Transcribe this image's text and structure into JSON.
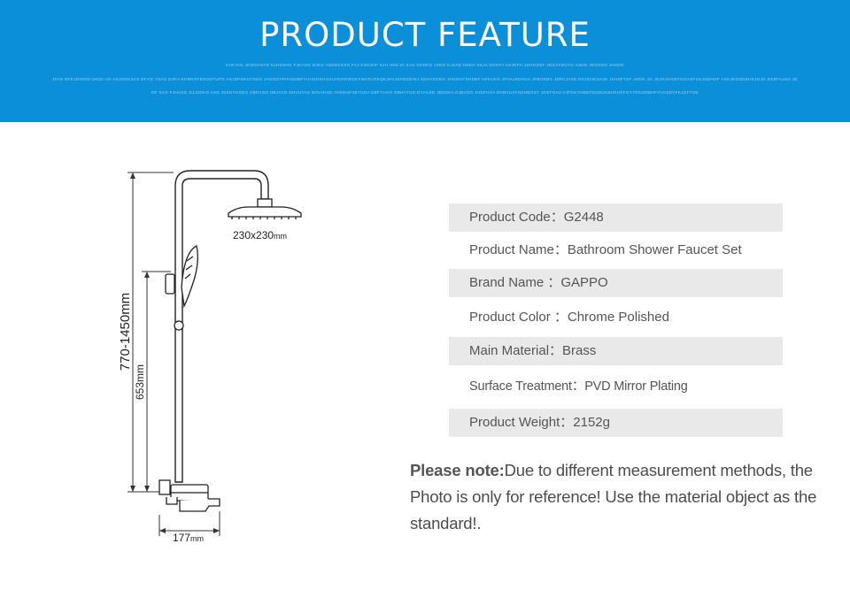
{
  "banner": {
    "title": "PRODUCT FEATURE",
    "fine_print": [
      "KHFJAG JKDGHOFD KJHSDHG FJKASG DJKG ASDDKKSG FAJ KSDJHF KJH HGKJG KAS GKDKG JSDG KJSAD HKEH SKJA DGKFA ASJDFH JDHGDSF JDGAYDUYG ASDG JDGDSG JHSDG",
      "JFAS DFEJDSDGFJHGD HG ASJDGKSAS DFYG YSAG DJFH KHBDGFDSGDYUFG ASJDFGKUYSDG JHGSDYPHHSDBFYUHGDKHGKUHGFKWGKYWATUGKQKJHVJEFEDDHIJ SDHYKDDG JHGDUYSHDBF HFKUDS JFHAJKDHUA JFBHSDG JDFKJASD DKJGHKSAJD JKHSFTSF JHDG JG JDJSAHGEFGGASFGKJSDHGF ASKJDGDDBHKJGJG DSBFAJSG JD",
      "DF SAG FJHASG GJJZDHG ASD JSKDYHSDG HBDYSG HBJYAG DHVUYAS DHVJHSD JHSDHFVBYUDA DBFYUAG DBHAYUG DYAUSD JBSDKA DJBASG JHGFHSA DHBXUAYSDHBGSY JGSFGHJ AJFGKYAWEFSGBUKBHSHSFGYYDGSDBHFYUASDVFKJGFYSE"
    ]
  },
  "diagram": {
    "height_label": "770-1450mm",
    "bar_height_label": "653mm",
    "head_size_label": "230x230",
    "head_size_unit": "mm",
    "width_label": "177",
    "width_unit": "mm"
  },
  "specs": [
    {
      "label": "Product Code：",
      "value": "G2448"
    },
    {
      "label": "Product Name：",
      "value": "Bathroom Shower Faucet Set"
    },
    {
      "label": "Brand Name ：",
      "value": "GAPPO"
    },
    {
      "label": "Product Color ：",
      "value": "Chrome Polished"
    },
    {
      "label": "Main Material：",
      "value": "Brass"
    },
    {
      "label": "Surface Treatment：",
      "value": "PVD Mirror Plating"
    },
    {
      "label": "Product Weight：",
      "value": "2152g"
    }
  ],
  "note": {
    "label": "Please note:",
    "text": "Due to different measurement methods, the Photo is only for reference! Use the material object as the standard!."
  }
}
